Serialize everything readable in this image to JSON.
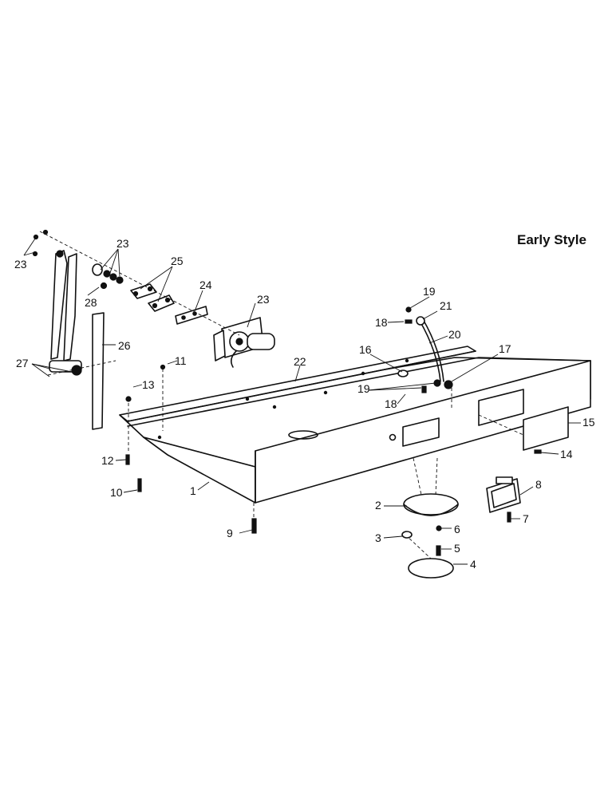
{
  "title": "Early Style",
  "callouts": {
    "c1": "1",
    "c2": "2",
    "c3": "3",
    "c4": "4",
    "c5": "5",
    "c6": "6",
    "c7": "7",
    "c8": "8",
    "c9": "9",
    "c10": "10",
    "c11": "11",
    "c12": "12",
    "c13": "13",
    "c14": "14",
    "c15": "15",
    "c16": "16",
    "c17": "17",
    "c18a": "18",
    "c18b": "18",
    "c19a": "19",
    "c19b": "19",
    "c20": "20",
    "c21": "21",
    "c22": "22",
    "c23a": "23",
    "c23b": "23",
    "c23c": "23",
    "c24": "24",
    "c25": "25",
    "c26": "26",
    "c27": "27",
    "c28": "28"
  }
}
